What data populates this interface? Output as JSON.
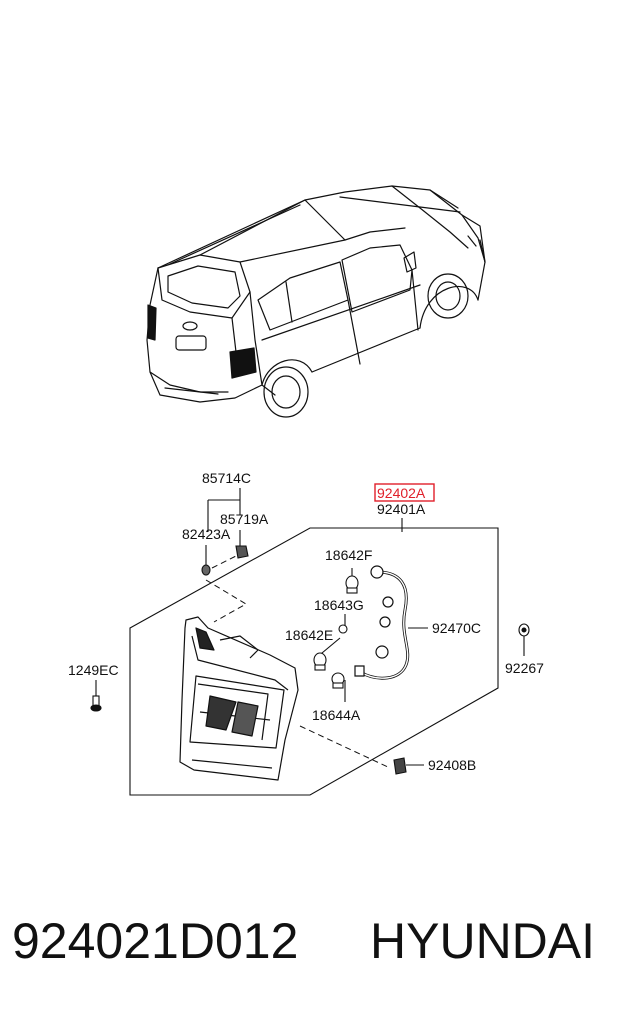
{
  "diagram": {
    "highlight_color": "#e0202a",
    "part_labels": {
      "p85714C": "85714C",
      "p85719A": "85719A",
      "p82423A": "82423A",
      "p92402A": "92402A",
      "p92401A": "92401A",
      "p18642F": "18642F",
      "p18643G": "18643G",
      "p18642E": "18642E",
      "p92470C": "92470C",
      "p1249EC": "1249EC",
      "p92267": "92267",
      "p18644A": "18644A",
      "p92408B": "92408B"
    }
  },
  "footer": {
    "part_number": "924021D012",
    "brand": "HYUNDAI"
  }
}
